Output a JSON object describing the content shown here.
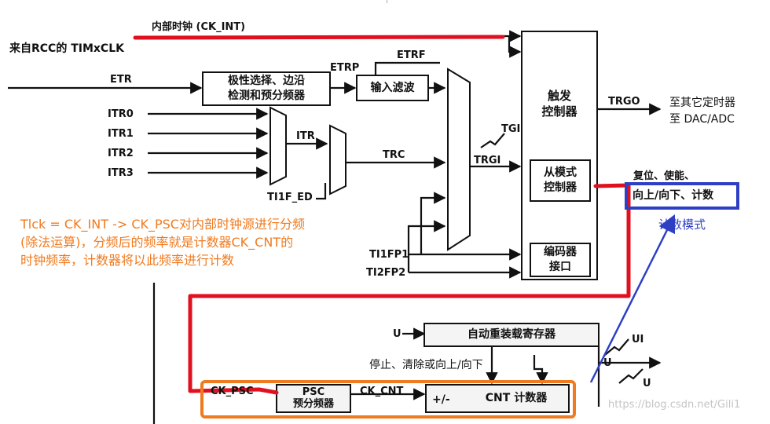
{
  "colors": {
    "line": "#111111",
    "red": "#e01020",
    "orange": "#f07a1f",
    "blue": "#2e3fc4",
    "watermark": "#c4c4c4"
  },
  "labels": {
    "internal_clock": "内部时钟 (CK_INT)",
    "from_rcc": "来自RCC的 TIMxCLK",
    "etr": "ETR",
    "etrp": "ETRP",
    "etrf": "ETRF",
    "itr0": "ITR0",
    "itr1": "ITR1",
    "itr2": "ITR2",
    "itr3": "ITR3",
    "itr": "ITR",
    "trc": "TRC",
    "ti1f_ed": "TI1F_ED",
    "tgi": "TGI",
    "trgi": "TRGI",
    "trgo": "TRGO",
    "to_other_timer": "至其它定时器",
    "to_dac_adc": "至 DAC/ADC",
    "reset_enable": "复位、使能、",
    "ti1fp1": "TI1FP1",
    "ti2fp2": "TI2FP2",
    "u_top": "U",
    "u_mid": "U",
    "ui": "UI",
    "u_right": "U",
    "stop_clear_up_down": "停止、清除或向上/向下",
    "ck_psc": "CK_PSC",
    "ck_cnt": "CK_CNT",
    "plus_minus": "+/-"
  },
  "boxes": {
    "polarity": "极性选择、边沿\n检测和预分频器",
    "input_filter": "输入滤波",
    "trigger_controller": "触发\n控制器",
    "slave_controller": "从模式\n控制器",
    "encoder": "编码器\n接口",
    "auto_reload": "自动重装载寄存器",
    "psc": "PSC\n预分频器",
    "cnt": "CNT 计数器"
  },
  "annotations": {
    "count_modes": "向上/向下、计数",
    "count_mode_label": "计数模式",
    "note_lines": [
      "Tlck = CK_INT -> CK_PSC对内部时钟源进行分频",
      "(除法运算)，分频后的频率就是计数器CK_CNT的",
      "时钟频率，计数器将以此频率进行计数"
    ]
  },
  "watermark": "https://blog.csdn.net/Gili1"
}
